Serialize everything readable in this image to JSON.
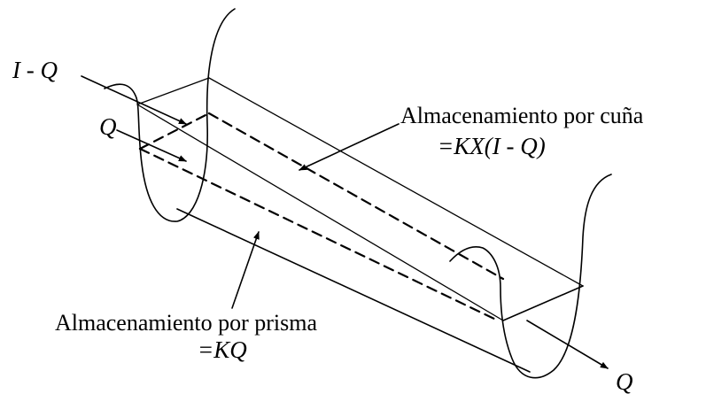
{
  "labels": {
    "inflow_minus_outflow": "I - Q",
    "outflow_left": "Q",
    "outflow_right": "Q",
    "wedge_title": "Almacenamiento por cuña",
    "wedge_formula": "=KX(I - Q)",
    "prism_title": "Almacenamiento por prisma",
    "prism_formula": "=KQ"
  }
}
